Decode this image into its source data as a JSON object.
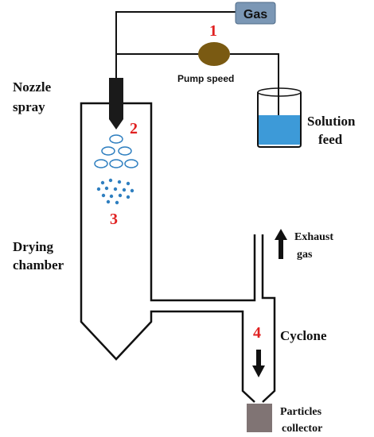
{
  "labels": {
    "gas": "Gas",
    "pump_speed": "Pump speed",
    "nozzle_line1": "Nozzle",
    "nozzle_line2": "spray",
    "solution_line1": "Solution",
    "solution_line2": "feed",
    "drying_line1": "Drying",
    "drying_line2": "chamber",
    "exhaust_line1": "Exhaust",
    "exhaust_line2": "gas",
    "cyclone": "Cyclone",
    "particles_line1": "Particles",
    "particles_line2": "collector"
  },
  "step_numbers": [
    "1",
    "2",
    "3",
    "4"
  ],
  "colors": {
    "line": "#111111",
    "gas_box": "#7b97b5",
    "pump": "#7a5a12",
    "solution": "#3d9ad8",
    "droplet": "#2f7fc0",
    "collector": "#807474",
    "step_number": "#e02020"
  }
}
